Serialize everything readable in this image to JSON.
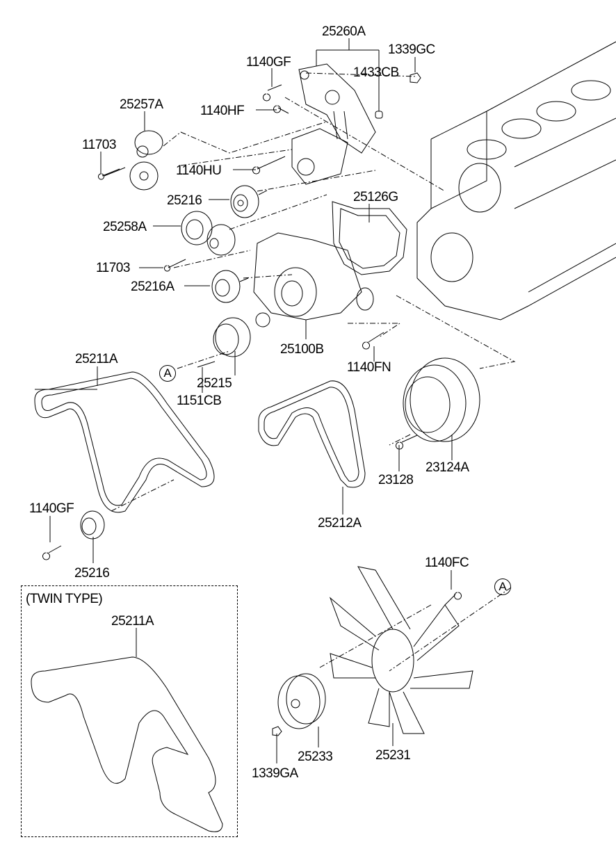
{
  "diagram": {
    "title": "Coolant Pump / Belt / Fan Assembly",
    "twin_type_note": "(TWIN TYPE)",
    "ref_marker": "A",
    "parts": {
      "p25260A": "25260A",
      "p1339GC": "1339GC",
      "p1140GF_top": "1140GF",
      "p1433CB": "1433CB",
      "p1140HF": "1140HF",
      "p25257A": "25257A",
      "p11703_top": "11703",
      "p1140HU": "1140HU",
      "p25216_top": "25216",
      "p25126G": "25126G",
      "p25258A": "25258A",
      "p11703_mid": "11703",
      "p25216A": "25216A",
      "p25100B": "25100B",
      "p1140FN": "1140FN",
      "p25211A": "25211A",
      "p25215": "25215",
      "p1151CB": "1151CB",
      "p23128": "23128",
      "p23124A": "23124A",
      "p25212A": "25212A",
      "p1140GF_bottom": "1140GF",
      "p25216_bottom": "25216",
      "p1140FC": "1140FC",
      "p25211A_twin": "25211A",
      "p25233": "25233",
      "p25231": "25231",
      "p1339GA": "1339GA"
    }
  }
}
